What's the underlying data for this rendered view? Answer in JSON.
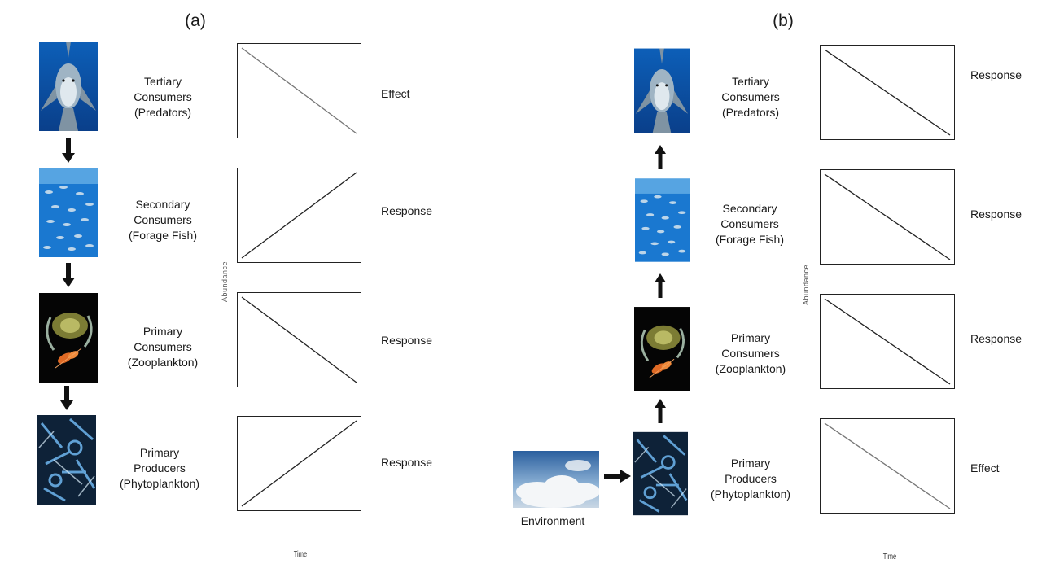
{
  "panels": {
    "a": {
      "title": "(a)",
      "levels": [
        {
          "lines": [
            "Tertiary",
            "Consumers",
            "(Predators)"
          ],
          "response": "Effect",
          "trend": "down"
        },
        {
          "lines": [
            "Secondary",
            "Consumers",
            "(Forage Fish)"
          ],
          "response": "Response",
          "trend": "up"
        },
        {
          "lines": [
            "Primary",
            "Consumers",
            "(Zooplankton)"
          ],
          "response": "Response",
          "trend": "down"
        },
        {
          "lines": [
            "Primary",
            "Producers",
            "(Phytoplankton)"
          ],
          "response": "Response",
          "trend": "up"
        }
      ],
      "ylabel": "Abundance",
      "xlabel": "Time"
    },
    "b": {
      "title": "(b)",
      "levels": [
        {
          "lines": [
            "Tertiary",
            "Consumers",
            "(Predators)"
          ],
          "response": "Response",
          "trend": "down"
        },
        {
          "lines": [
            "Secondary",
            "Consumers",
            "(Forage Fish)"
          ],
          "response": "Response",
          "trend": "down"
        },
        {
          "lines": [
            "Primary",
            "Consumers",
            "(Zooplankton)"
          ],
          "response": "Response",
          "trend": "down"
        },
        {
          "lines": [
            "Primary",
            "Producers",
            "(Phytoplankton)"
          ],
          "response": "Effect",
          "trend": "down"
        }
      ],
      "ylabel": "Abundance",
      "xlabel": "Time",
      "environment_label": "Environment"
    }
  },
  "images": [
    "shark-photo",
    "forage-fish-photo",
    "zooplankton-photo",
    "phytoplankton-photo",
    "clouds-photo"
  ],
  "colors": {
    "ocean": "#1a6fc4",
    "dark": "#111111",
    "line": "#222222"
  }
}
